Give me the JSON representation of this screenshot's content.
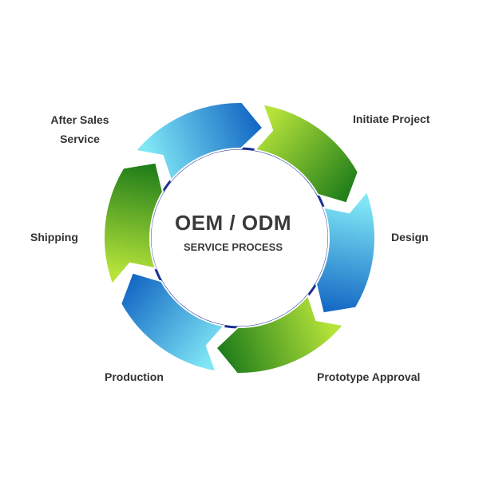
{
  "diagram": {
    "center": {
      "title": "OEM / ODM",
      "subtitle": "SERVICE PROCESS"
    },
    "steps": [
      {
        "id": "initiate-project",
        "label_lines": [
          "Initiate Project"
        ],
        "color": "green"
      },
      {
        "id": "design",
        "label_lines": [
          "Design"
        ],
        "color": "blue"
      },
      {
        "id": "prototype-approval",
        "label_lines": [
          "Prototype Approval"
        ],
        "color": "green"
      },
      {
        "id": "production",
        "label_lines": [
          "Production"
        ],
        "color": "blue"
      },
      {
        "id": "shipping",
        "label_lines": [
          "Shipping"
        ],
        "color": "green"
      },
      {
        "id": "after-sales-service",
        "label_lines": [
          "After Sales",
          "Service"
        ],
        "color": "blue"
      }
    ],
    "colors": {
      "green_dark": "#1f7d1a",
      "green_light": "#b6e33a",
      "blue_dark": "#1468c4",
      "blue_light": "#7fe6f5",
      "inner_ring": "#1a2f8f",
      "text": "#333333"
    }
  }
}
